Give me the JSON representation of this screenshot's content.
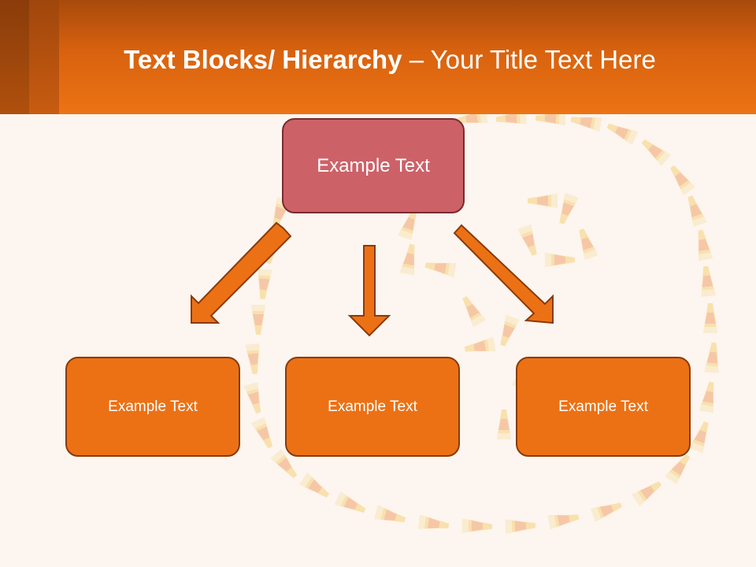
{
  "slide": {
    "title_bold": "Text Blocks/ Hierarchy",
    "title_dash": " – ",
    "title_rest": "Your Title Text Here"
  },
  "hierarchy": {
    "root": {
      "label": "Example Text"
    },
    "children": [
      {
        "label": "Example Text"
      },
      {
        "label": "Example Text"
      },
      {
        "label": "Example Text"
      }
    ]
  },
  "colors": {
    "header_orange": "#ec7414",
    "root_fill": "#cd6168",
    "child_fill": "#ec7115",
    "arrow_fill": "#ec7115",
    "arrow_stroke": "#8a3a0a",
    "background": "#fdf5ef"
  },
  "background_art": {
    "icon": "candy-corn-spiral"
  }
}
